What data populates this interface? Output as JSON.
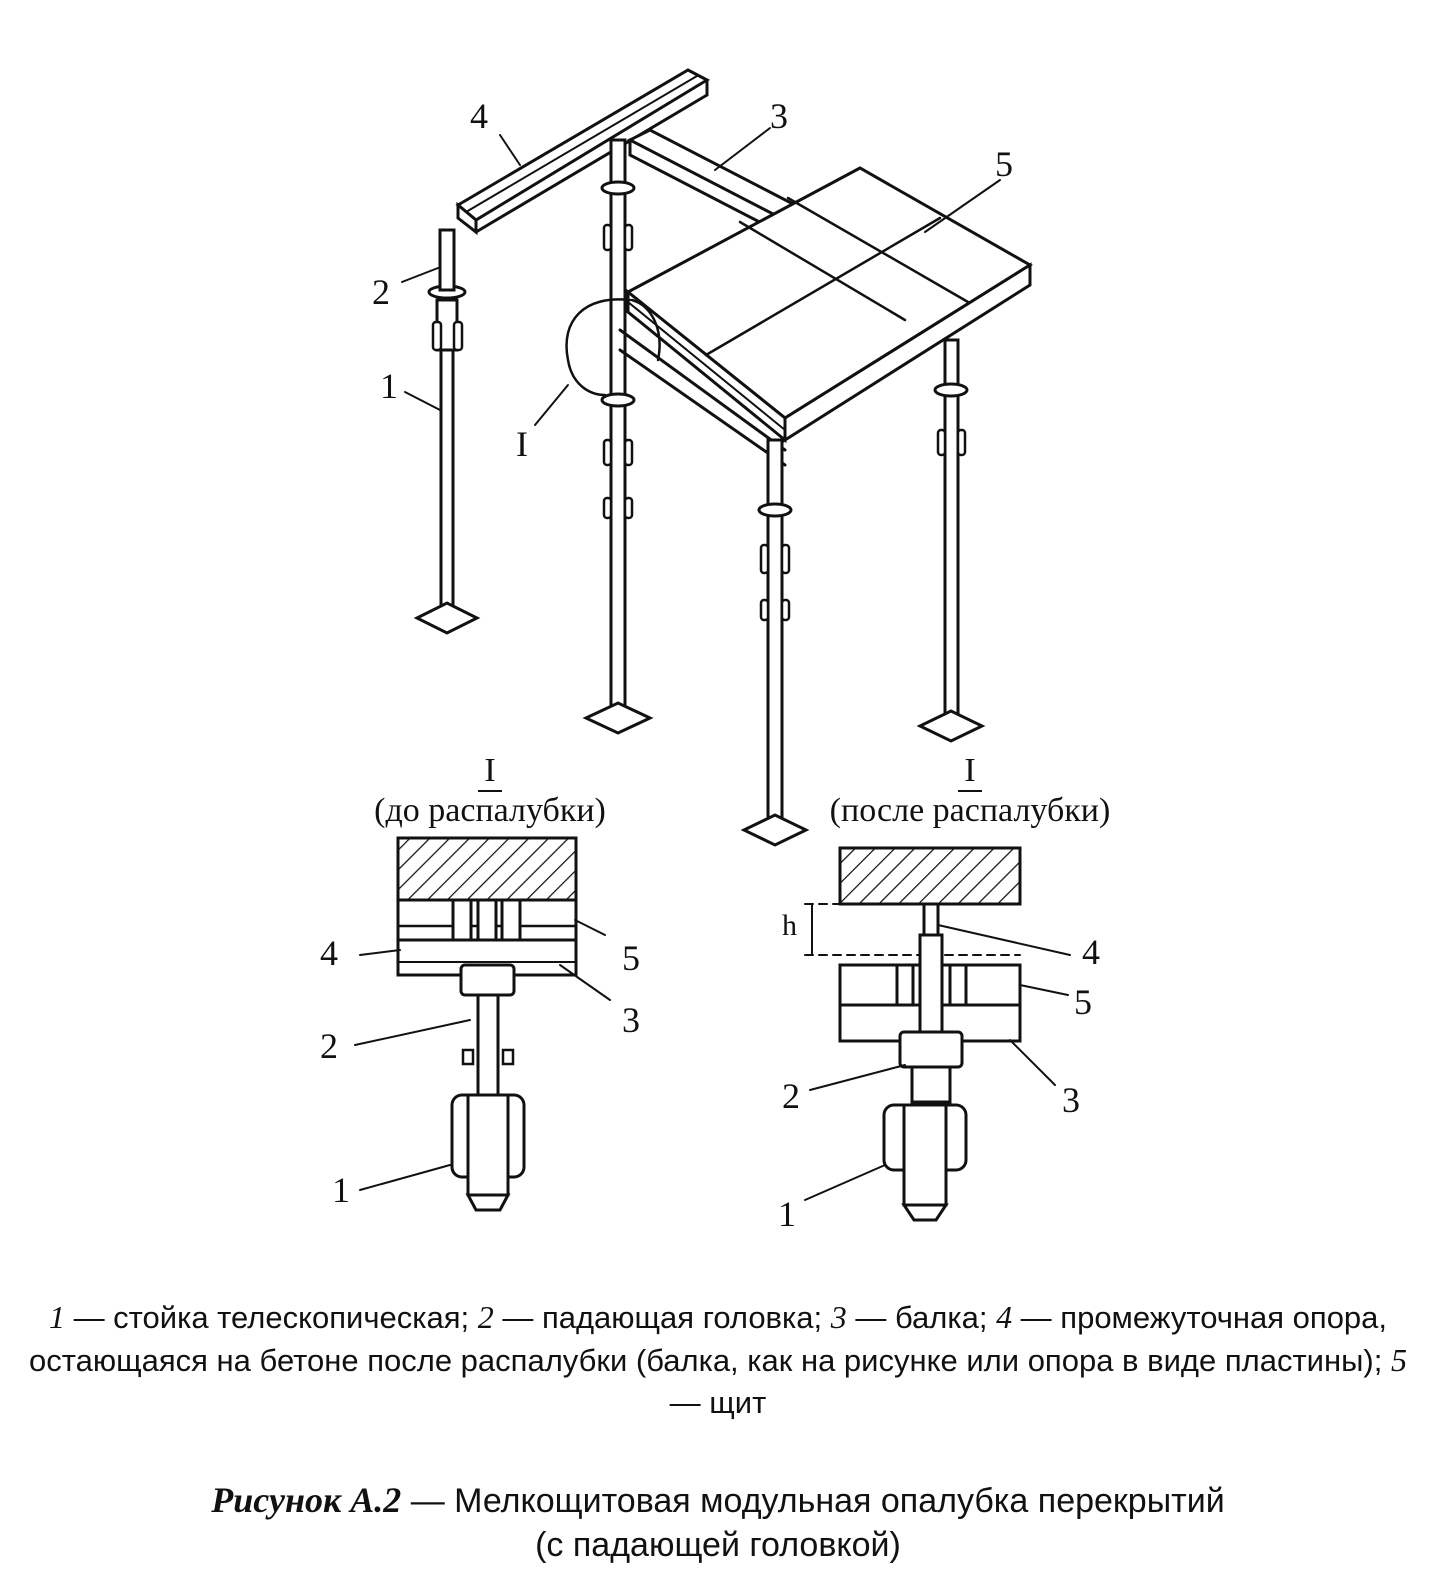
{
  "figure": {
    "labels": {
      "post": "1",
      "head": "2",
      "beam": "3",
      "prop": "4",
      "panel": "5",
      "detail": "I"
    },
    "section_before": {
      "mark": "I",
      "title": "(до распалубки)"
    },
    "section_after": {
      "mark": "I",
      "title": "(после распалубки)"
    },
    "gap_label": "h"
  },
  "legend": {
    "items": [
      {
        "num": "1",
        "text": " — стойка телескопическая; "
      },
      {
        "num": "2",
        "text": " — падающая головка; "
      },
      {
        "num": "3",
        "text": " — балка; "
      },
      {
        "num": "4",
        "text": " — промежуточная опора, остающаяся на бетоне после распалубки (балка, как на рисунке или опора в виде пластины); "
      },
      {
        "num": "5",
        "text": " — щит"
      }
    ]
  },
  "caption": {
    "label": "Рисунок А.2",
    "line1": " — Мелкощитовая модульная опалубка перекрытий",
    "line2": "(с падающей головкой)"
  }
}
